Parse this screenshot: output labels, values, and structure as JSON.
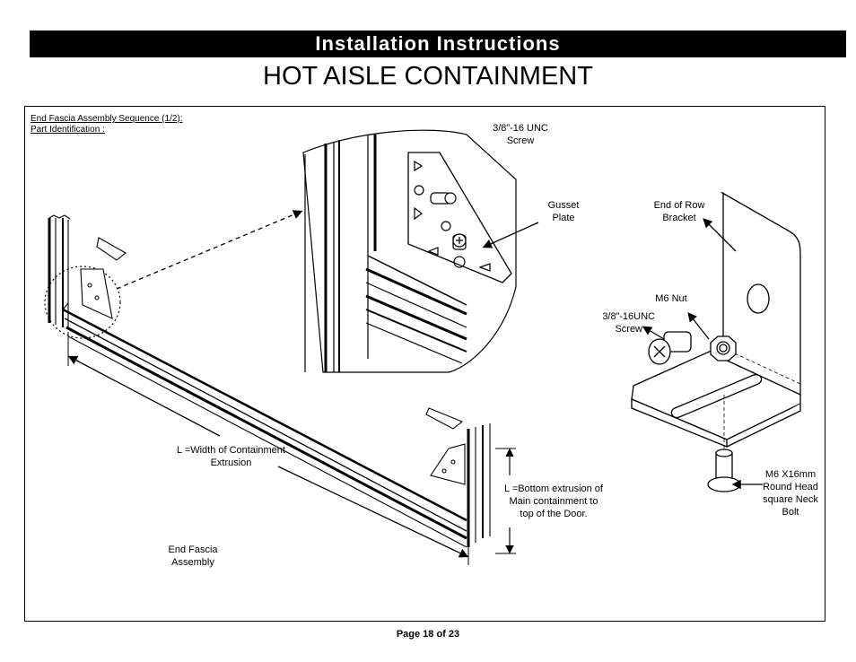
{
  "header": {
    "bar_title": "Installation Instructions",
    "main_title": "HOT AISLE CONTAINMENT"
  },
  "section": {
    "line1": "End  Fascia Assembly Sequence (1/2):",
    "line2": "Part  Identification :"
  },
  "labels": {
    "unc_screw_line1": "3/8”-16 UNC",
    "unc_screw_line2": "Screw",
    "gusset_line1": "Gusset",
    "gusset_line2": "Plate",
    "bracket_line1": "End of Row",
    "bracket_line2": "Bracket",
    "m6_nut": "M6 Nut",
    "unc16_line1": "3/8”-16UNC",
    "unc16_line2": "Screw",
    "width_line1": "L =Width of Containment",
    "width_line2": "Extrusion",
    "bottom_line1": "L =Bottom extrusion of",
    "bottom_line2": "Main containment to",
    "bottom_line3": "top of the Door.",
    "fascia_line1": "End Fascia",
    "fascia_line2": "Assembly",
    "bolt_line1": "M6 X16mm",
    "bolt_line2": "Round Head",
    "bolt_line3": "square Neck",
    "bolt_line4": "Bolt"
  },
  "footer": {
    "page": "Page 18 of 23"
  }
}
